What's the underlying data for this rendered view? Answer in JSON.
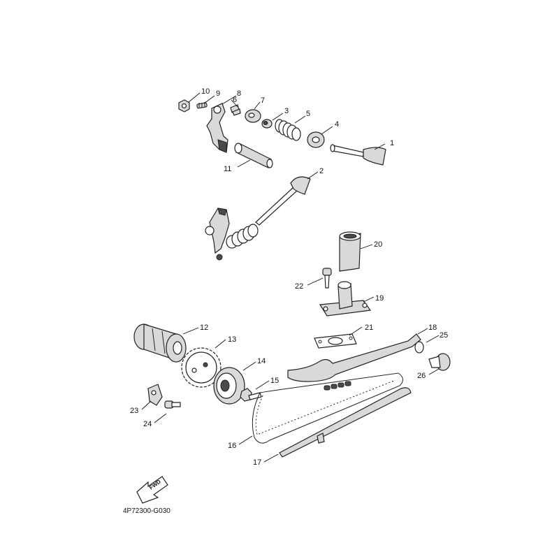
{
  "callouts": [
    "1",
    "2",
    "3",
    "4",
    "5",
    "6",
    "7",
    "8",
    "9",
    "10",
    "11",
    "12",
    "13",
    "14",
    "15",
    "16",
    "17",
    "18",
    "19",
    "20",
    "21",
    "22",
    "23",
    "24",
    "25",
    "26"
  ],
  "fwd_label": "FWD",
  "diagram_code": "4P72300-G030"
}
